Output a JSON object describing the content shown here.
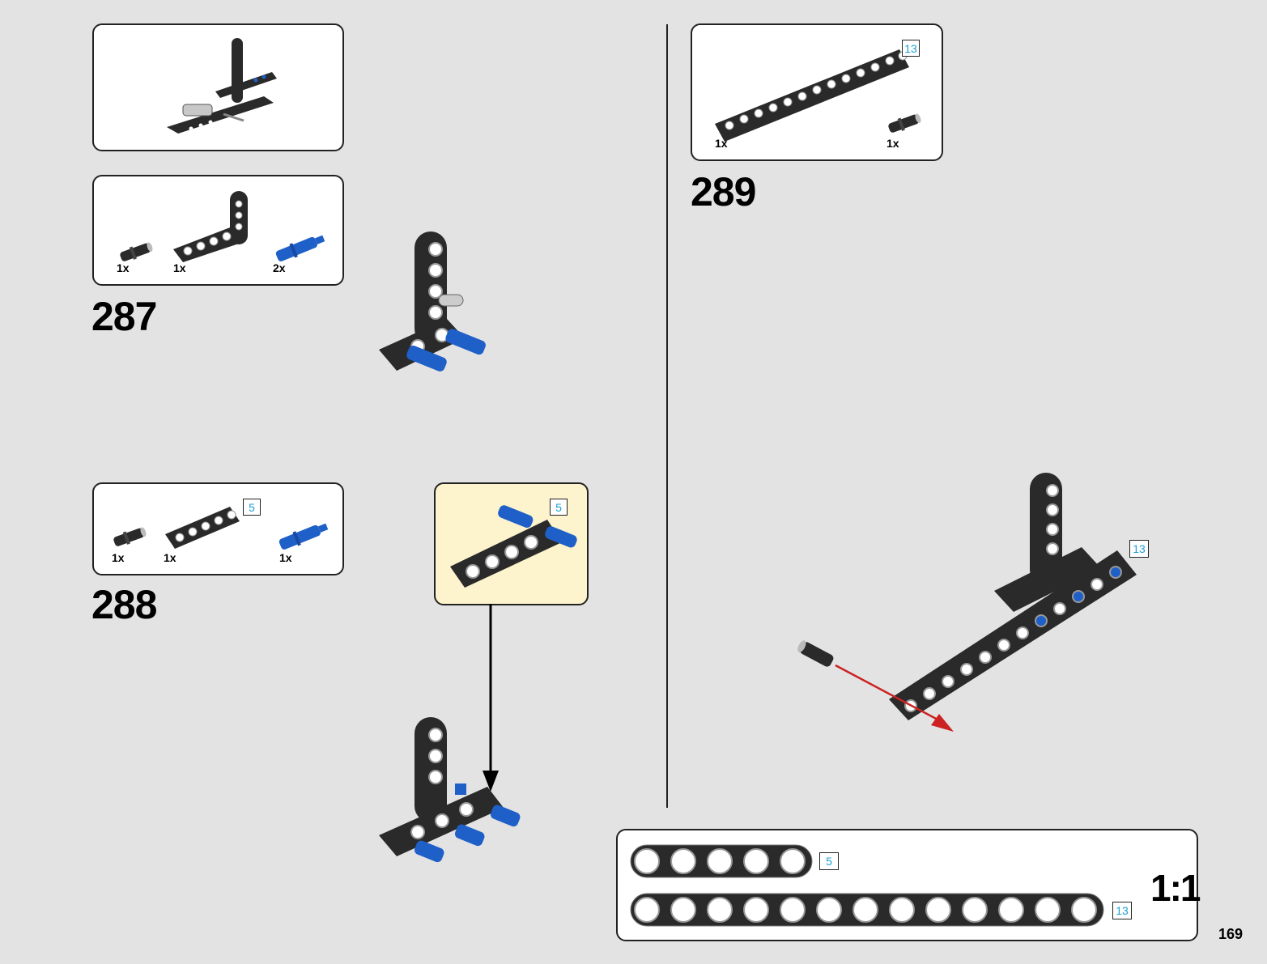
{
  "page": {
    "number": "169"
  },
  "steps": [
    {
      "number": "287",
      "parts": [
        {
          "qty": "1x",
          "icon": "friction-pin-black-icon"
        },
        {
          "qty": "1x",
          "icon": "l-beam-black-icon"
        },
        {
          "qty": "2x",
          "icon": "axle-pin-blue-icon"
        }
      ]
    },
    {
      "number": "288",
      "parts": [
        {
          "qty": "1x",
          "icon": "friction-pin-black-icon"
        },
        {
          "qty": "1x",
          "icon": "beam-5-black-icon"
        },
        {
          "qty": "1x",
          "icon": "axle-pin-blue-icon"
        }
      ],
      "length_badge": "5",
      "subassembly_badge": "5"
    },
    {
      "number": "289",
      "parts": [
        {
          "qty": "1x",
          "icon": "beam-13-black-icon"
        },
        {
          "qty": "1x",
          "icon": "friction-pin-black-icon"
        }
      ],
      "length_badge": "13",
      "assembly_badge": "13"
    }
  ],
  "ruler": {
    "scale_label": "1:1",
    "beam_short_length": "5",
    "beam_long_length": "13"
  },
  "colors": {
    "background": "#e3e3e3",
    "beam": "#2a2a2a",
    "pin_blue": "#1f5fc8",
    "callout_yellow": "#fdf3cc",
    "arrow_red": "#cc2222",
    "length_text": "#1a9fd6"
  }
}
